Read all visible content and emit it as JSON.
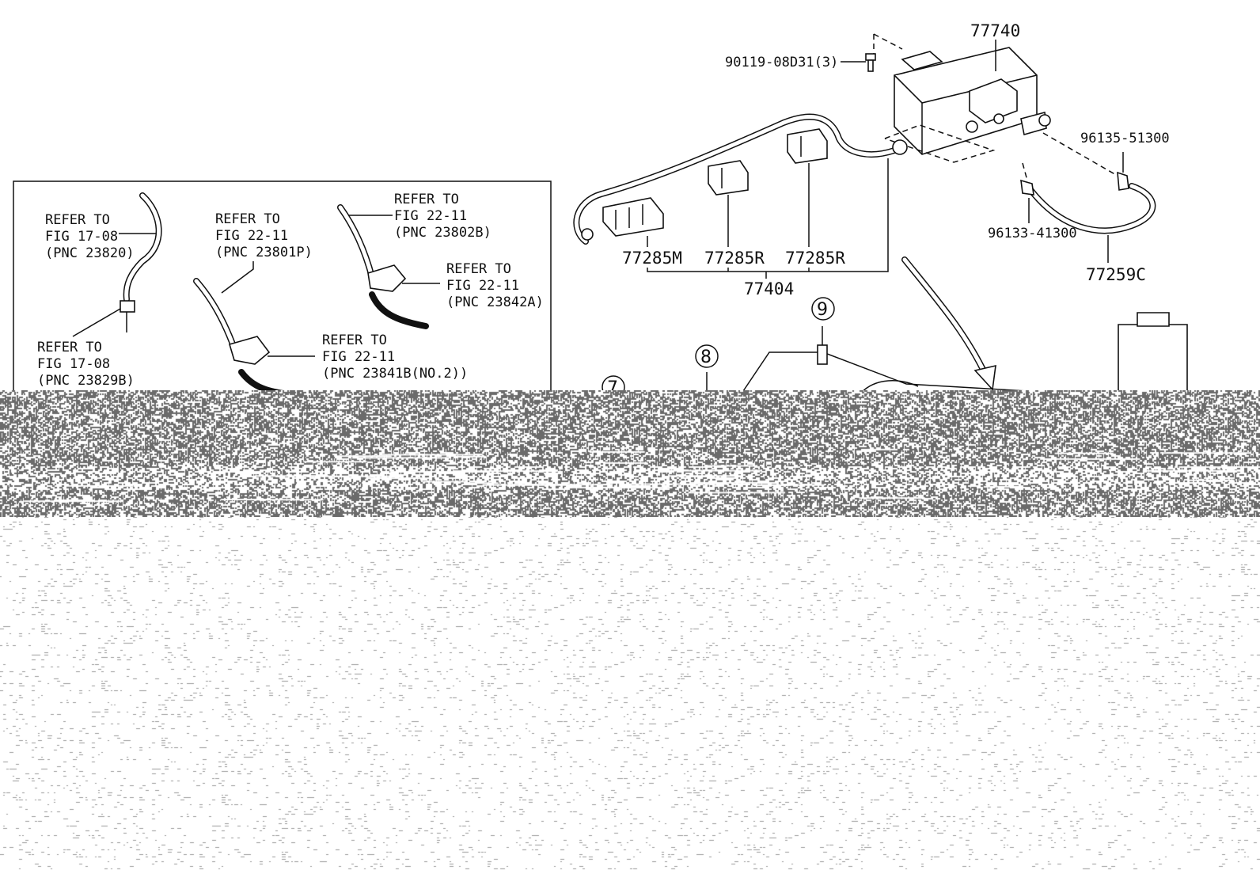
{
  "parts": {
    "canister": "77740",
    "bolt": "90119-08D31(3)",
    "clip_right": "96135-51300",
    "clamp": "96133-41300",
    "hose_right": "77259C",
    "clamp_m": "77285M",
    "clamp_r1": "77285R",
    "clamp_r2": "77285R",
    "tube_assy": "77404"
  },
  "inset": {
    "ref1": {
      "l1": "REFER TO",
      "l2": "FIG 17-08",
      "l3": "(PNC 23820)"
    },
    "ref2": {
      "l1": "REFER TO",
      "l2": "FIG 17-08",
      "l3": "(PNC 23829B)"
    },
    "ref3": {
      "l1": "REFER TO",
      "l2": "FIG 22-11",
      "l3": "(PNC 23801P)"
    },
    "ref4": {
      "l1": "REFER TO",
      "l2": "FIG 22-11",
      "l3": "(PNC 23802B)"
    },
    "ref5": {
      "l1": "REFER TO",
      "l2": "FIG 22-11",
      "l3": "(PNC 23842A)"
    },
    "ref6": {
      "l1": "REFER TO",
      "l2": "FIG 22-11",
      "l3": "(PNC 23841B(NO.2))"
    }
  },
  "callouts": {
    "c7": "7",
    "c8": "8",
    "c9": "9"
  },
  "colors": {
    "ink": "#111111",
    "paper": "#ffffff",
    "noise": "#6b6b6b"
  }
}
